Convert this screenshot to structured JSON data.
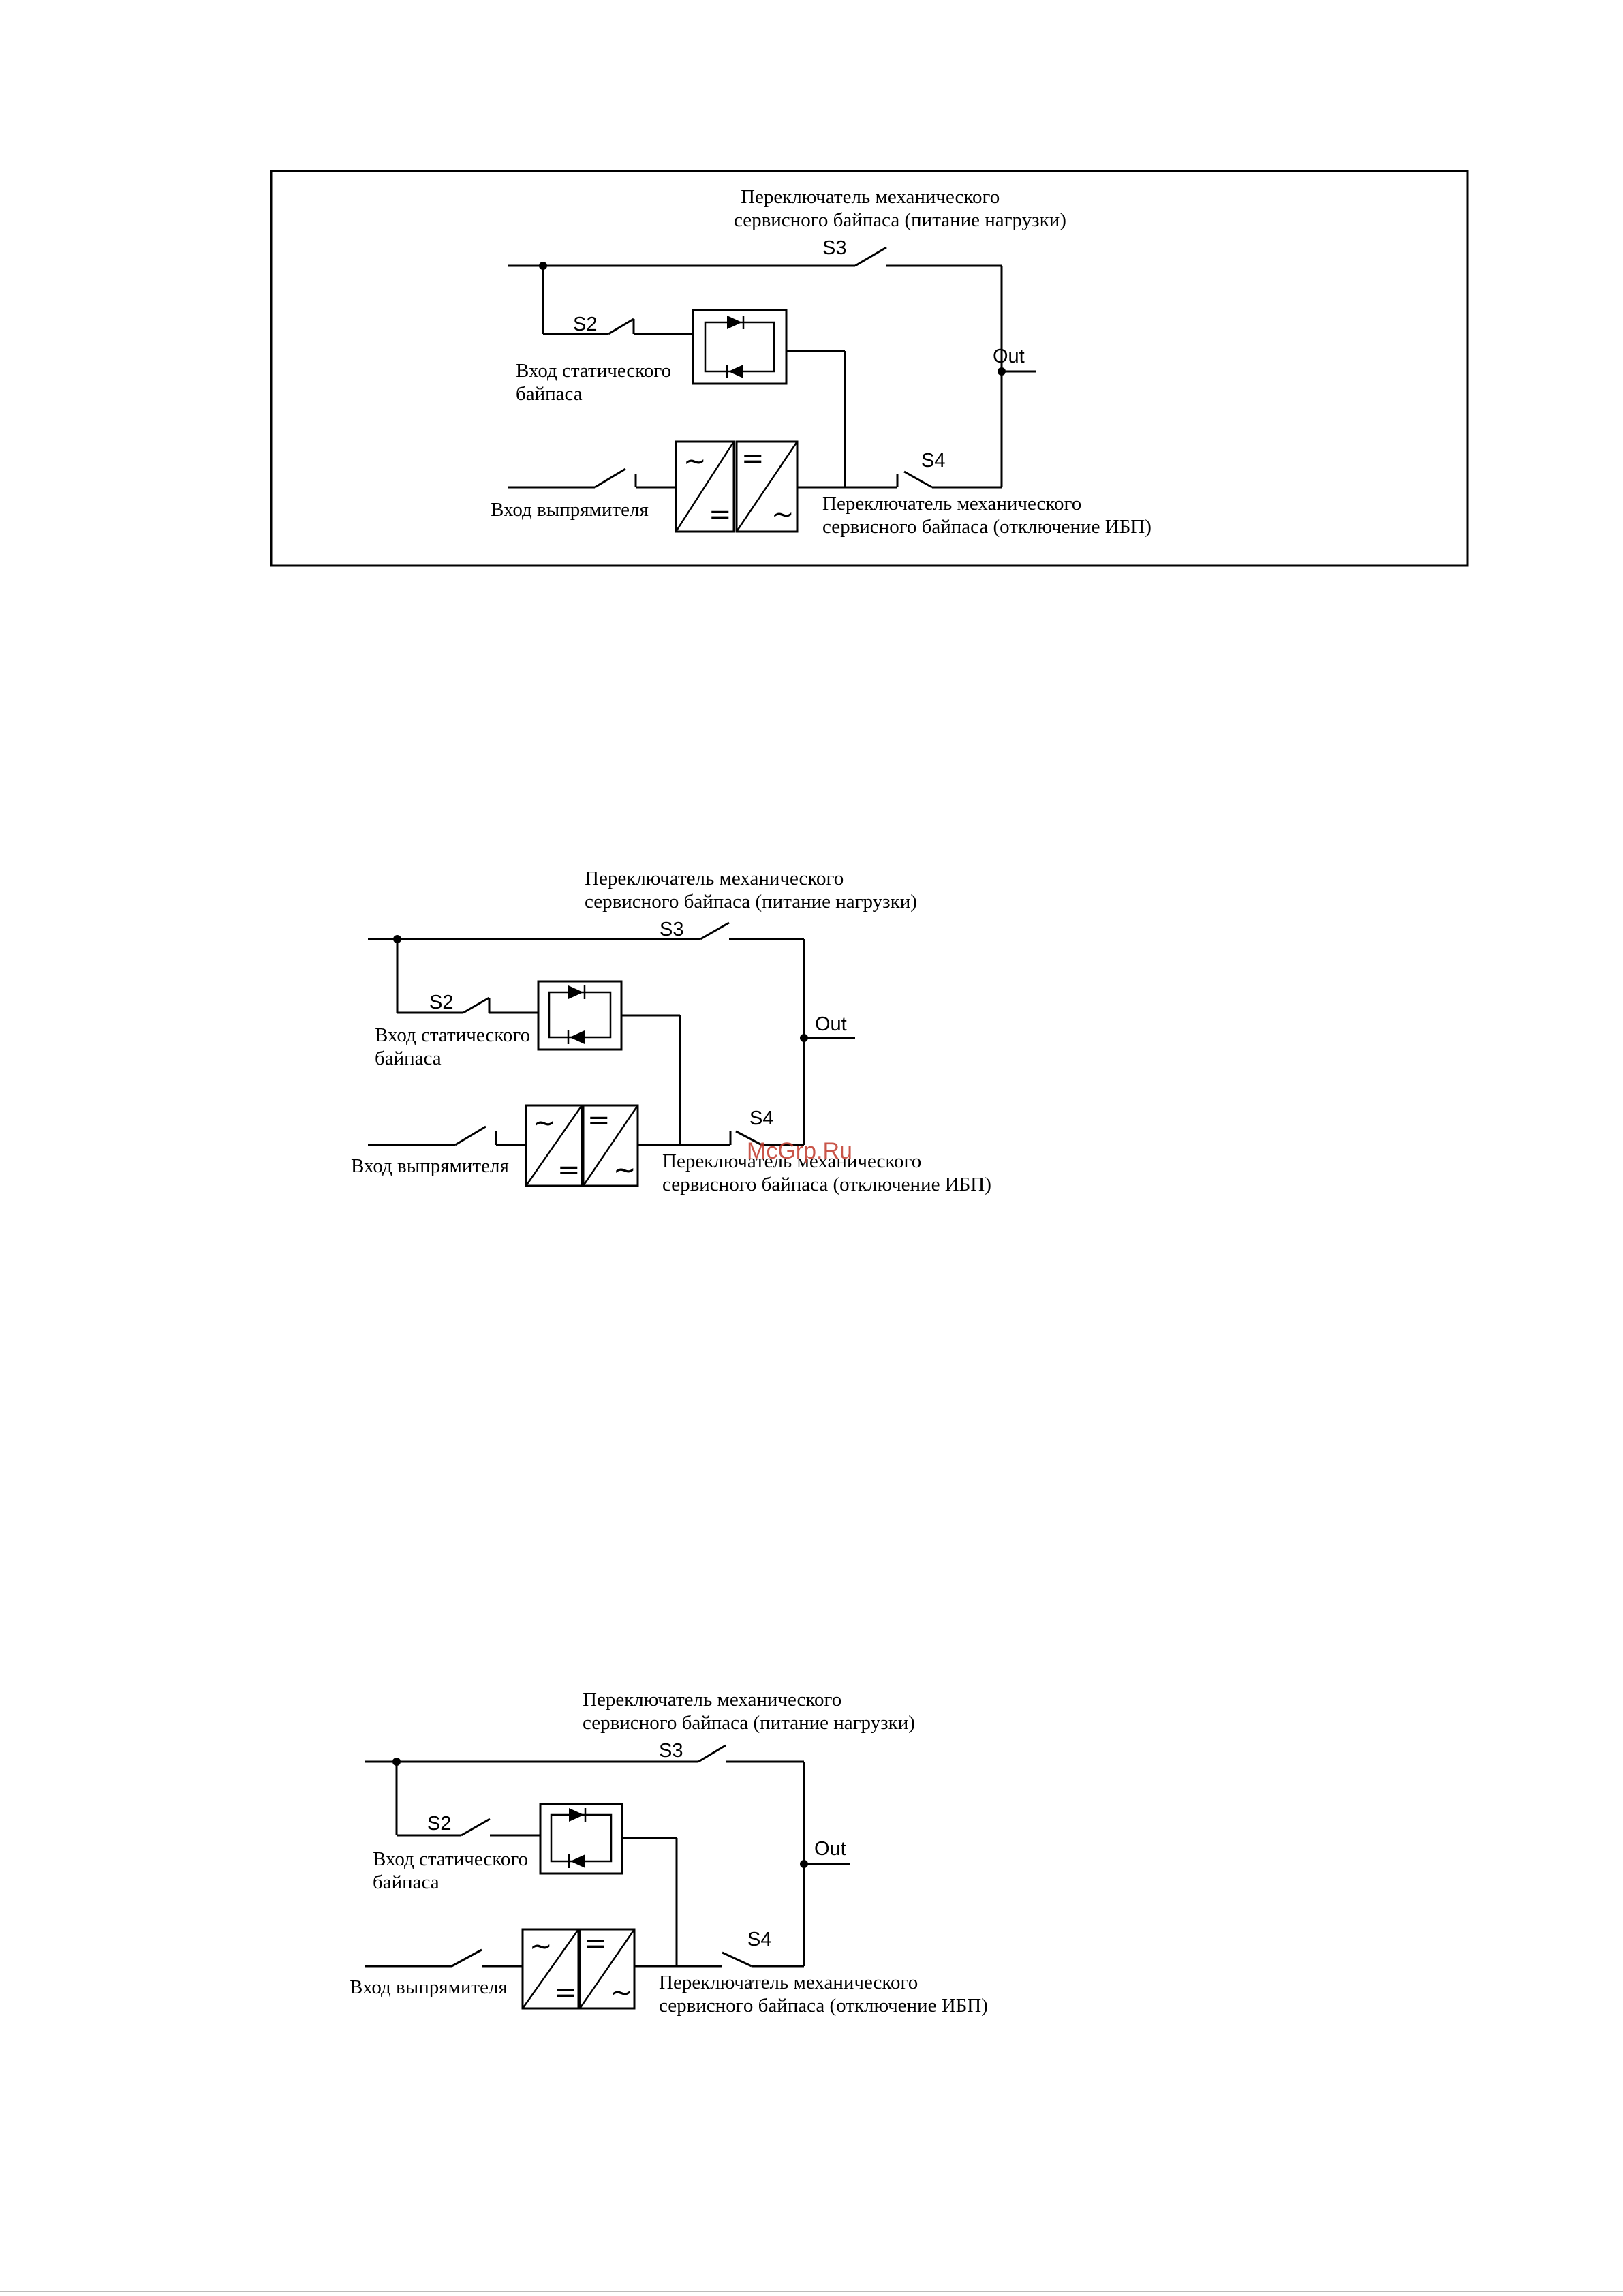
{
  "diagrams": [
    {
      "s3_caption_line1": "Переключатель механического",
      "s3_caption_line2": "сервисного байпаса (питание нагрузки)",
      "s3_label": "S3",
      "s2_label": "S2",
      "static_input_line1": "Вход статического",
      "static_input_line2": "байпаса",
      "rectifier_input": "Вход выпрямителя",
      "s4_label": "S4",
      "s4_caption_line1": "Переключатель механического",
      "s4_caption_line2": "сервисного байпаса (отключение ИБП)",
      "out_label": "Out"
    },
    {
      "s3_caption_line1": "Переключатель механического",
      "s3_caption_line2": "сервисного байпаса (питание нагрузки)",
      "s3_label": "S3",
      "s2_label": "S2",
      "static_input_line1": "Вход статического",
      "static_input_line2": "байпаса",
      "rectifier_input": "Вход выпрямителя",
      "s4_label": "S4",
      "s4_caption_line1": "Переключатель механического",
      "s4_caption_line2": "сервисного байпаса (отключение ИБП)",
      "out_label": "Out"
    },
    {
      "s3_caption_line1": "Переключатель механического",
      "s3_caption_line2": "сервисного байпаса (питание нагрузки)",
      "s3_label": "S3",
      "s2_label": "S2",
      "static_input_line1": "Вход статического",
      "static_input_line2": "байпаса",
      "rectifier_input": "Вход выпрямителя",
      "s4_label": "S4",
      "s4_caption_line1": "Переключатель механического",
      "s4_caption_line2": "сервисного байпаса (отключение ИБП)",
      "out_label": "Out"
    }
  ],
  "watermark": "McGrp.Ru",
  "glyphs": {
    "ac": "~",
    "dc": "="
  }
}
